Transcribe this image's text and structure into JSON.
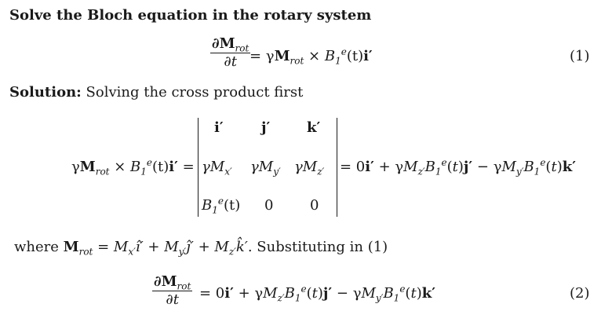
{
  "title": "Solve the Bloch equation in the rotary system",
  "eq1": {
    "num": "∂M",
    "num_sub": "rot",
    "den": "∂t",
    "rhs": "= γM",
    "rhs_sub": "rot",
    "rhs2": " × B",
    "rhs2_sub": "1",
    "rhs2_sup": "e",
    "rhs3": "(t)",
    "rhs4": "i′",
    "number": "(1)"
  },
  "solution": {
    "label": "Solution:",
    "text": " Solving the cross product first"
  },
  "det_eq": {
    "lhs": "γM",
    "lhs_sub": "rot",
    "lhs2": " × B",
    "lhs2_sub": "1",
    "lhs2_sup": "e",
    "lhs3": "(t)",
    "lhs4": "i′",
    "lhs5": " =",
    "r1c1": "i′",
    "r1c2": "j′",
    "r1c3": "k′",
    "r2c1": "γM",
    "r2c1_sub": "x′",
    "r2c2": "γM",
    "r2c2_sub": "y′",
    "r2c3": "γM",
    "r2c3_sub": "z′",
    "r3c1": "B",
    "r3c1_sub": "1",
    "r3c1_sup": "e",
    "r3c1_tail": "(t)",
    "r3c2": "0",
    "r3c3": "0",
    "result": "= 0i′ + γM",
    "result_sub": "z′",
    "result2": "B",
    "result2_sub": "1",
    "result2_sup": "e",
    "result3": "(t)j′ − γM",
    "result3_sub": "y′",
    "result4": "B",
    "result4_sub": "1",
    "result4_sup": "e",
    "result5": "(t)k′"
  },
  "where": {
    "t1": "where ",
    "t2": "M",
    "t2_sub": "rot",
    "t3": " = M",
    "t3_sub": "x′",
    "t4": "î′ + M",
    "t4_sub": "y′",
    "t5": "ĵ′ + M",
    "t5_sub": "z′",
    "t6": "k̂′. Substituting in (1)"
  },
  "eq2": {
    "num": "∂M",
    "num_sub": "rot",
    "den": "∂t",
    "rhs": "= 0i′ + γM",
    "rhs_sub": "z′",
    "rhs2": "B",
    "rhs2_sub": "1",
    "rhs2_sup": "e",
    "rhs3": "(t)j′ − γM",
    "rhs3_sub": "y′",
    "rhs4": "B",
    "rhs4_sub": "1",
    "rhs4_sup": "e",
    "rhs5": "(t)k′",
    "number": "(2)"
  }
}
